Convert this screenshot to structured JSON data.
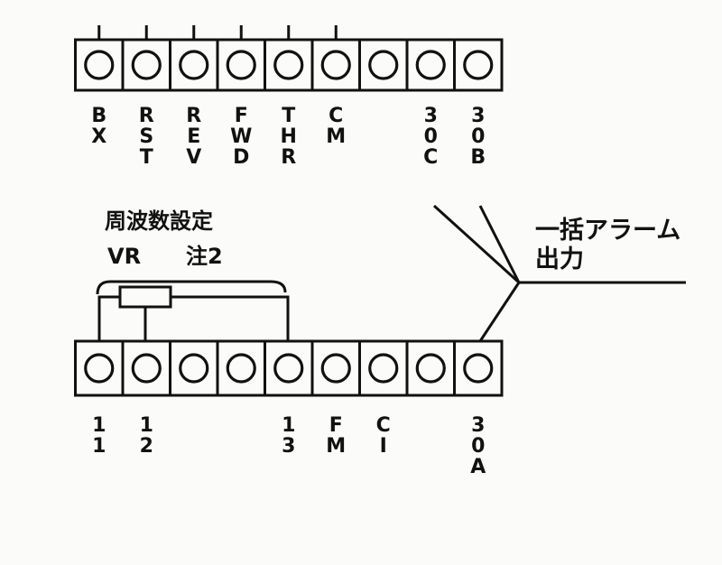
{
  "top_terminals": [
    {
      "id": "bx",
      "label": "BX",
      "lead": true
    },
    {
      "id": "rst",
      "label": "RST",
      "lead": true
    },
    {
      "id": "rev",
      "label": "REV",
      "lead": true
    },
    {
      "id": "fwd",
      "label": "FWD",
      "lead": true
    },
    {
      "id": "thr",
      "label": "THR",
      "lead": true
    },
    {
      "id": "cm",
      "label": "CM",
      "lead": true
    },
    {
      "id": "blank",
      "label": "",
      "lead": false
    },
    {
      "id": "30c",
      "label": "30C",
      "lead": false
    },
    {
      "id": "30b",
      "label": "30B",
      "lead": false
    }
  ],
  "bottom_terminals": [
    {
      "id": "11",
      "label": "11"
    },
    {
      "id": "12",
      "label": "12"
    },
    {
      "id": "blank-1",
      "label": ""
    },
    {
      "id": "blank-2",
      "label": ""
    },
    {
      "id": "13",
      "label": "13"
    },
    {
      "id": "fm",
      "label": "FM"
    },
    {
      "id": "ci",
      "label": "CI"
    },
    {
      "id": "blank-3",
      "label": ""
    },
    {
      "id": "30a",
      "label": "30A"
    }
  ],
  "labels": {
    "freq_setting": "周波数設定",
    "vr": "VR",
    "note": "注2",
    "alarm_line1": "一括アラーム",
    "alarm_line2": "出力"
  }
}
